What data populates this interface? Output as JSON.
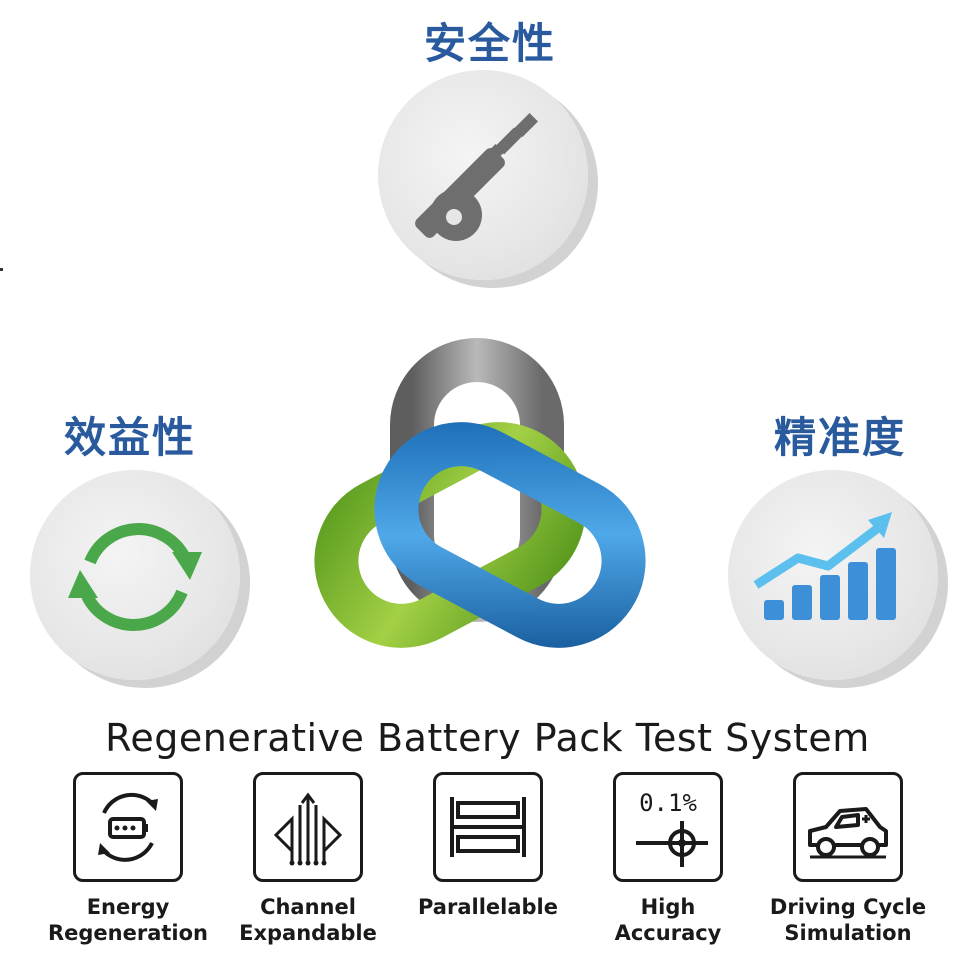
{
  "top_labels": {
    "safety": "安全性",
    "efficiency": "效益性",
    "accuracy": "精准度"
  },
  "title": "Regenerative Battery Pack Test System",
  "features": [
    {
      "label": "Energy\nRegeneration",
      "icon": "battery-cycle-icon"
    },
    {
      "label": "Channel\nExpandable",
      "icon": "channel-expand-icon"
    },
    {
      "label": "Parallelable",
      "icon": "parallel-icon"
    },
    {
      "label": "High\nAccuracy",
      "icon": "crosshair-accuracy-icon",
      "icon_text": "0.1%"
    },
    {
      "label": "Driving Cycle\nSimulation",
      "icon": "car-charging-icon"
    }
  ],
  "colors": {
    "label_blue": "#2a5a9e",
    "green": "#4aa84a",
    "blue": "#3d8fd8",
    "gray": "#6e6e6e"
  }
}
